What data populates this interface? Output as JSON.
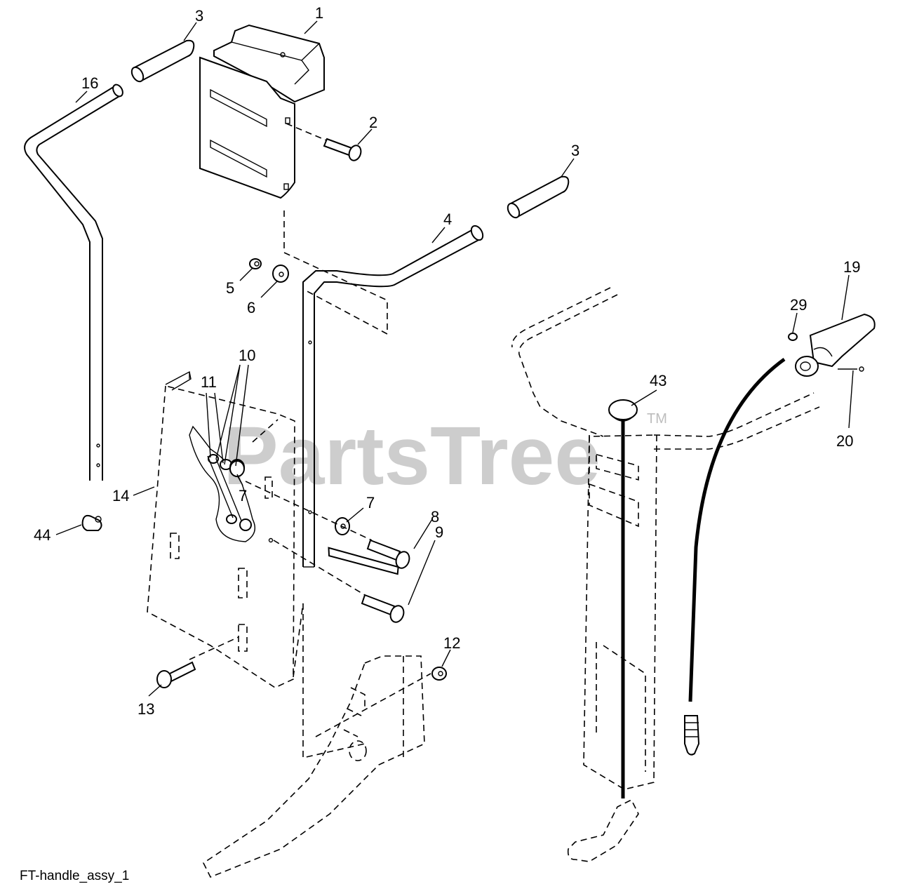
{
  "watermark": {
    "text": "PartsTree",
    "trademark": "TM"
  },
  "caption": "FT-handle_assy_1",
  "callouts": [
    "1",
    "2",
    "3",
    "3",
    "4",
    "5",
    "6",
    "7",
    "7",
    "8",
    "9",
    "10",
    "11",
    "12",
    "13",
    "14",
    "16",
    "19",
    "20",
    "29",
    "43",
    "44"
  ]
}
